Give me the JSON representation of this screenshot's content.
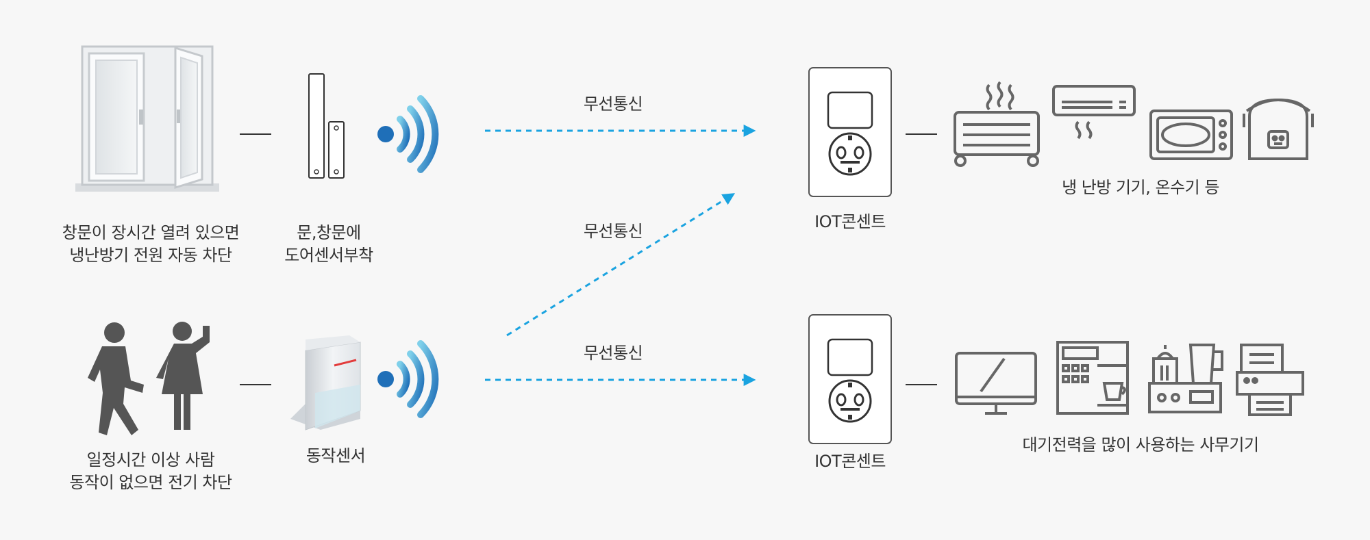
{
  "colors": {
    "background": "#f7f7f7",
    "text": "#333333",
    "icon_gray": "#666666",
    "arrow_blue": "#1aa3e0",
    "wifi_blue_dark": "#1f6fb8",
    "wifi_blue_light": "#6cc6e6",
    "motion_sensor_red": "#e23b3b"
  },
  "top_row": {
    "window_caption": [
      "창문이 장시간 열려 있으면",
      "냉난방기 전원 자동 차단"
    ],
    "sensor_caption": [
      "문,창문에",
      "도어센서부착"
    ],
    "wireless_label": "무선통신",
    "outlet_label": "IOT콘센트",
    "appliances_caption": "냉 난방 기기, 온수기 등",
    "appliance_icons": [
      "heater-icon",
      "air-conditioner-icon",
      "microwave-icon",
      "rice-cooker-icon"
    ]
  },
  "middle": {
    "wireless_label": "무선통신"
  },
  "bottom_row": {
    "people_caption": [
      "일정시간 이상 사람",
      "동작이 없으면 전기 차단"
    ],
    "sensor_caption": "동작센서",
    "wireless_label": "무선통신",
    "outlet_label": "IOT콘센트",
    "appliances_caption": "대기전력을 많이 사용하는 사무기기",
    "appliance_icons": [
      "monitor-icon",
      "coffee-machine-icon",
      "blender-icon",
      "printer-icon"
    ]
  }
}
